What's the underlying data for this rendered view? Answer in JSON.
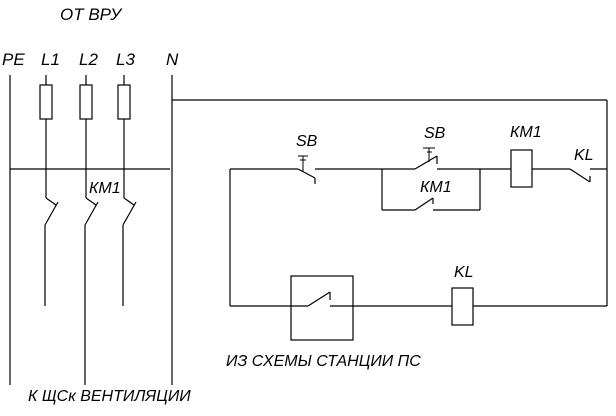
{
  "header": {
    "source": "ОТ ВРУ"
  },
  "buses": {
    "pe": "PE",
    "l1": "L1",
    "l2": "L2",
    "l3": "L3",
    "n": "N"
  },
  "components": {
    "contactor_main": "КМ1",
    "button_stop": "SB",
    "button_start": "SB",
    "self_hold_contact": "КМ1",
    "coil_contactor": "КМ1",
    "relay_contact": "KL",
    "relay_coil": "KL"
  },
  "captions": {
    "fire_station": "ИЗ СХЕМЫ СТАНЦИИ ПС",
    "destination": "К ЩСк ВЕНТИЛЯЦИИ"
  }
}
